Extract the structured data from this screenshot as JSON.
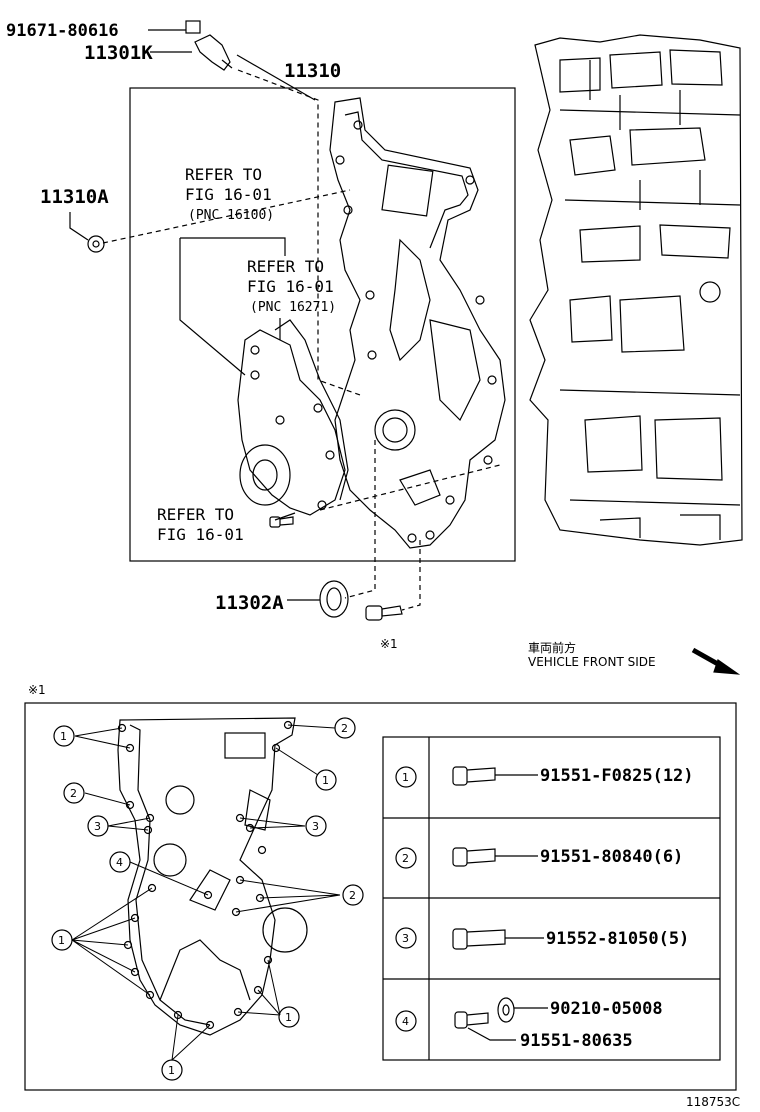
{
  "parts": {
    "p1": "91671-80616",
    "p2": "11301K",
    "p3": "11310",
    "p4": "11310A",
    "p5": "11302A"
  },
  "refs": {
    "r1_line1": "REFER TO",
    "r1_line2": "FIG 16-01",
    "r1_line3": "(PNC 16100)",
    "r2_line1": "REFER TO",
    "r2_line2": "FIG 16-01",
    "r2_line3": "(PNC 16271)",
    "r3_line1": "REFER TO",
    "r3_line2": "FIG 16-01"
  },
  "markers": {
    "bolt_note": "※1",
    "detail_note": "※1"
  },
  "direction": {
    "jp": "車両前方",
    "en": "VEHICLE FRONT SIDE"
  },
  "callouts": [
    "1",
    "2",
    "3",
    "4"
  ],
  "table": [
    {
      "key": "1",
      "part": "91551-F0825(12)"
    },
    {
      "key": "2",
      "part": "91551-80840(6)"
    },
    {
      "key": "3",
      "part": "91552-81050(5)"
    },
    {
      "key": "4",
      "part": "90210-05008",
      "part2": "91551-80635"
    }
  ],
  "figure_id": "118753C"
}
